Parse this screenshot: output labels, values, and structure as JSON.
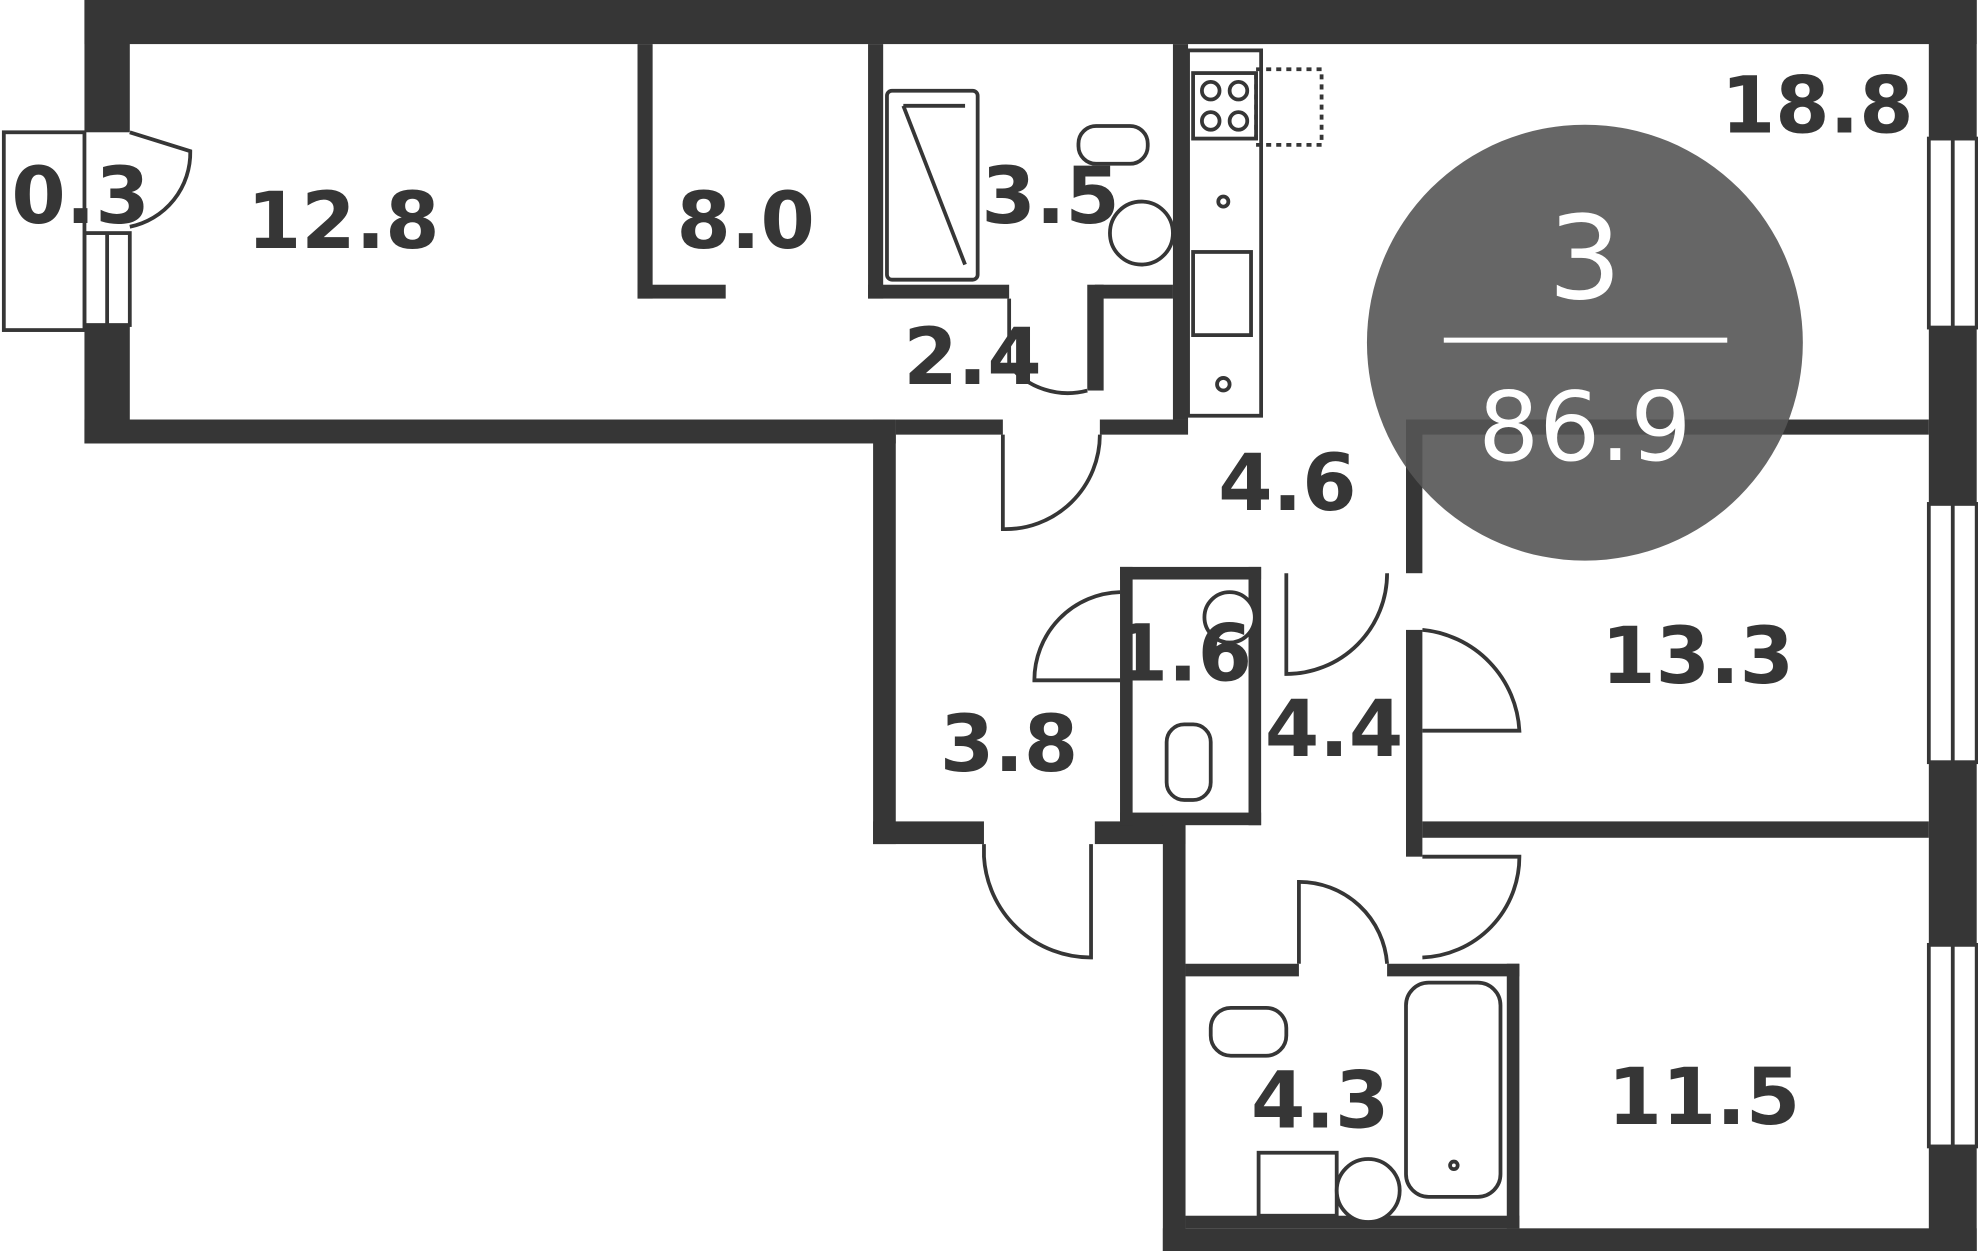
{
  "plan": {
    "rooms": [
      {
        "id": "balcony",
        "area": "0.3"
      },
      {
        "id": "living-room",
        "area": "12.8"
      },
      {
        "id": "bedroom-small",
        "area": "8.0"
      },
      {
        "id": "bathroom-1",
        "area": "3.5"
      },
      {
        "id": "corridor-1",
        "area": "2.4"
      },
      {
        "id": "kitchen",
        "area": "18.8"
      },
      {
        "id": "hall",
        "area": "4.6"
      },
      {
        "id": "wc",
        "area": "1.6"
      },
      {
        "id": "entrance",
        "area": "3.8"
      },
      {
        "id": "corridor-2",
        "area": "4.4"
      },
      {
        "id": "bedroom-1",
        "area": "13.3"
      },
      {
        "id": "bathroom-2",
        "area": "4.3"
      },
      {
        "id": "bedroom-2",
        "area": "11.5"
      }
    ],
    "summary": {
      "room_count": "3",
      "total_area": "86.9"
    }
  },
  "colors": {
    "wall": "#363636",
    "badge": "#555555",
    "badge_text": "#ffffff",
    "background": "#ffffff"
  }
}
